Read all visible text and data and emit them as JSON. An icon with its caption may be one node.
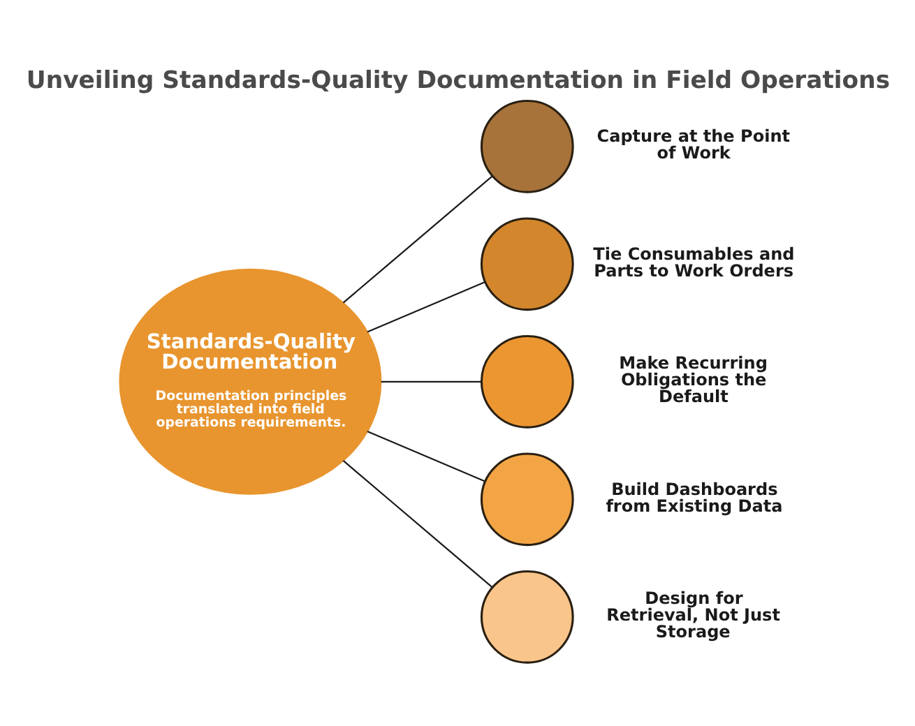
{
  "diagram": {
    "title": "Unveiling Standards-Quality Documentation in Field Operations",
    "nodes": [
      {
        "text": [
          "Standards-Quality Documentation",
          "Documentation principles translated into field operations requirements."
        ]
      },
      {
        "text": [],
        "shape": "circle",
        "beside": [
          "Capture at the Point of Work"
        ]
      },
      {
        "text": [],
        "shape": "circle",
        "beside": [
          "Tie Consumables and Parts to Work Orders"
        ]
      },
      {
        "text": [],
        "shape": "circle",
        "beside": [
          "Make Recurring Obligations the Default"
        ]
      },
      {
        "text": [],
        "shape": "circle",
        "beside": [
          "Build Dashboards from Existing Data"
        ]
      },
      {
        "text": [],
        "shape": "circle",
        "beside": [
          "Design for Retrieval, Not Just Storage"
        ]
      }
    ],
    "edges": [
      {
        "from": 0,
        "to": 1,
        "arrow": "none"
      },
      {
        "from": 0,
        "to": 2,
        "arrow": "none"
      },
      {
        "from": 0,
        "to": 3,
        "arrow": "none"
      },
      {
        "from": 0,
        "to": 4,
        "arrow": "none"
      },
      {
        "from": 0,
        "to": 5,
        "arrow": "none"
      }
    ]
  }
}
